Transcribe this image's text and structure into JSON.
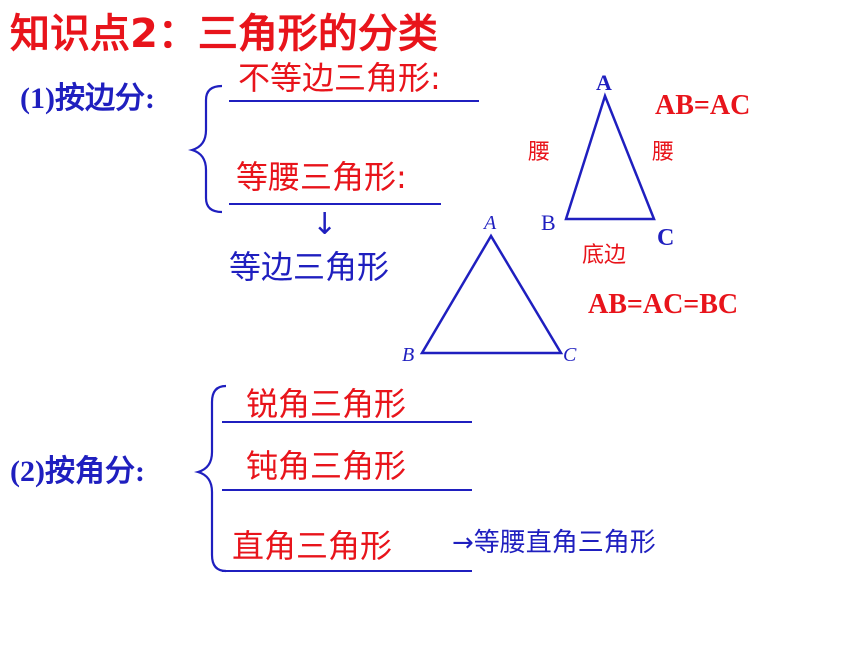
{
  "title": "知识点2：三角形的分类",
  "side_section": {
    "label": "(1)按边分:",
    "answer1": "不等边三角形:",
    "answer2": "等腰三角形:",
    "arrow": "↓",
    "sub": "等边三角形"
  },
  "angle_section": {
    "label": "(2)按角分:",
    "answer1": "锐角三角形",
    "answer2": "钝角三角形",
    "answer3": "直角三角形",
    "note": "→等腰直角三角形"
  },
  "isosceles_triangle": {
    "vertex_a": "A",
    "vertex_b": "B",
    "vertex_c": "C",
    "leg_left": "腰",
    "leg_right": "腰",
    "base": "底边",
    "equation": "AB=AC"
  },
  "equilateral_triangle": {
    "vertex_a": "A",
    "vertex_b": "B",
    "vertex_c": "C",
    "equation": "AB=AC=BC"
  },
  "colors": {
    "title": "#e8141b",
    "label": "#1f1fbf",
    "answer": "#e8141b",
    "line": "#1f1fbf"
  }
}
